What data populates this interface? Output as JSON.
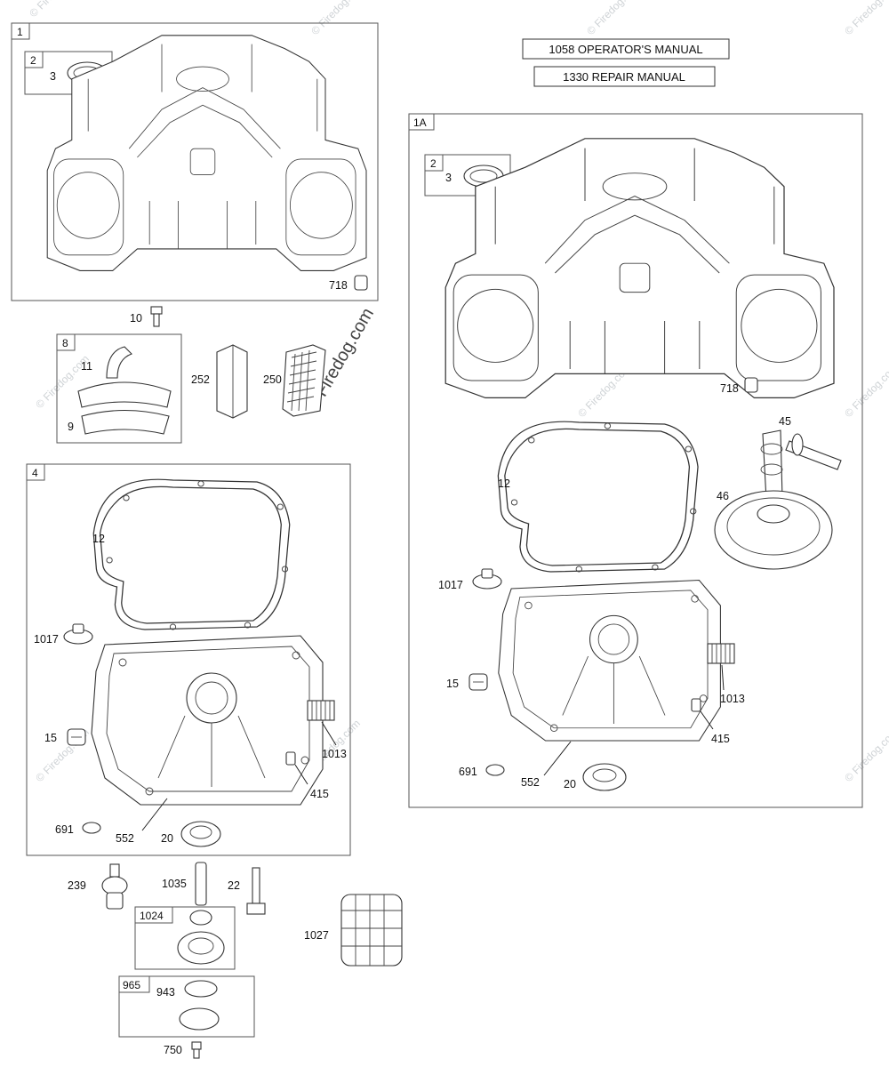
{
  "manuals": {
    "operators": "1058 OPERATOR'S MANUAL",
    "repair": "1330 REPAIR MANUAL"
  },
  "watermark": {
    "text": "© Firedog.com",
    "center_text": "© Firedog.com"
  },
  "groups": {
    "g1": "1",
    "g2a": "2",
    "g1a": "1A",
    "g2b": "2",
    "g8": "8",
    "g4": "4",
    "g1024": "1024",
    "g965": "965"
  },
  "labels": {
    "p3a": "3",
    "p718a": "718",
    "p10": "10",
    "p11": "11",
    "p9": "9",
    "p252": "252",
    "p250": "250",
    "p12a": "12",
    "p1017a": "1017",
    "p15a": "15",
    "p1013a": "1013",
    "p415a": "415",
    "p691a": "691",
    "p552a": "552",
    "p20a": "20",
    "p239": "239",
    "p1035": "1035",
    "p22": "22",
    "p1027": "1027",
    "p943": "943",
    "p750": "750",
    "p3b": "3",
    "p718b": "718",
    "p45": "45",
    "p46": "46",
    "p12b": "12",
    "p1017b": "1017",
    "p15b": "15",
    "p1013b": "1013",
    "p415b": "415",
    "p691b": "691",
    "p552b": "552",
    "p20b": "20"
  }
}
